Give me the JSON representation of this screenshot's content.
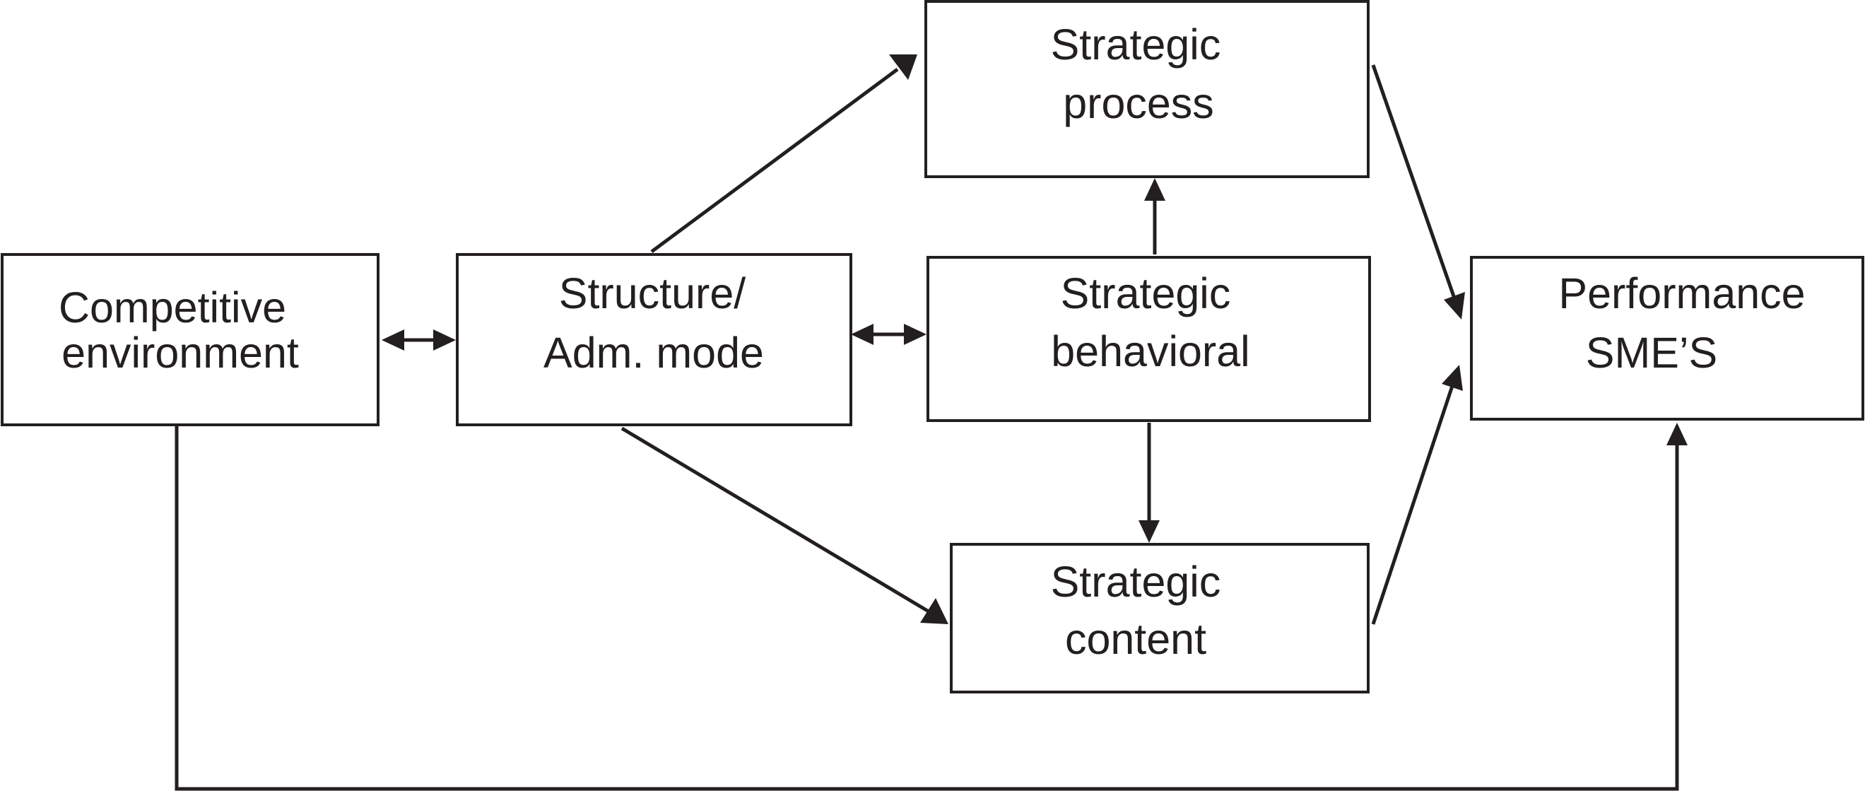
{
  "nodes": {
    "competitive_environment": {
      "line1": "Competitive",
      "line2": "environment"
    },
    "structure_adm_mode": {
      "line1": "Structure/",
      "line2": "Adm. mode"
    },
    "strategic_process": {
      "line1": "Strategic",
      "line2": "process"
    },
    "strategic_behavioral": {
      "line1": "Strategic",
      "line2": "behavioral"
    },
    "strategic_content": {
      "line1": "Strategic",
      "line2": "content"
    },
    "performance_smes": {
      "line1": "Performance",
      "line2": "SME’S"
    }
  },
  "edges": [
    {
      "from": "competitive_environment",
      "to": "structure_adm_mode",
      "direction": "both"
    },
    {
      "from": "structure_adm_mode",
      "to": "strategic_behavioral",
      "direction": "both"
    },
    {
      "from": "structure_adm_mode",
      "to": "strategic_process",
      "direction": "forward"
    },
    {
      "from": "structure_adm_mode",
      "to": "strategic_content",
      "direction": "forward"
    },
    {
      "from": "strategic_behavioral",
      "to": "strategic_process",
      "direction": "forward"
    },
    {
      "from": "strategic_behavioral",
      "to": "strategic_content",
      "direction": "forward"
    },
    {
      "from": "strategic_process",
      "to": "performance_smes",
      "direction": "forward"
    },
    {
      "from": "strategic_content",
      "to": "performance_smes",
      "direction": "forward"
    },
    {
      "from": "competitive_environment",
      "to": "performance_smes",
      "direction": "forward"
    }
  ],
  "colors": {
    "line": "#231f20",
    "box_fill": "#ffffff",
    "text": "#231f20"
  }
}
